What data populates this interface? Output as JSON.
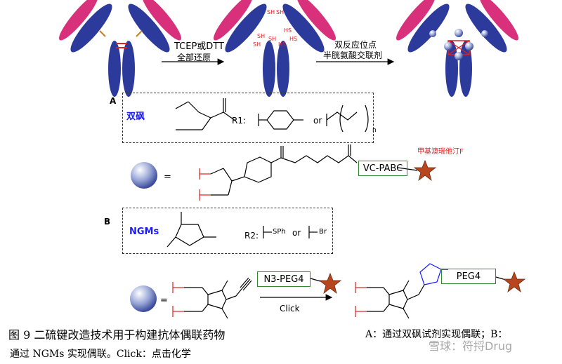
{
  "top_row": {
    "step1_reagent": "TCEP或DTT",
    "step1_desc": "全部还原",
    "step2_line1": "双反应位点",
    "step2_line2": "半胱氨酸交联剂",
    "sh_labels": [
      "SH",
      "SH",
      "SH",
      "SH",
      "SH",
      "HS",
      "HS",
      "HS"
    ]
  },
  "section_a": {
    "letter": "A",
    "reagent_name": "双砜",
    "r1_label": "R1:",
    "or_text": "or",
    "n_subscript": "n",
    "payload_label": "甲基澳瑞他汀F",
    "linker_label": "VC-PABC",
    "equals": "="
  },
  "section_b": {
    "letter": "B",
    "reagent_name": "NGMs",
    "r2_label": "R2:",
    "sph_label": "SPh",
    "or_text": "or",
    "br_label": "Br",
    "peg_reagent": "N3-PEG4",
    "peg_product": "PEG4",
    "click_label": "Click",
    "equals": "="
  },
  "caption": {
    "line1_left": "图 9  二硫键改造技术用于构建抗体偶联药物",
    "line1_right": "A：通过双砜试剂实现偶联；B：",
    "line2": "通过 NGMs 实现偶联。Click：点击化学"
  },
  "watermark": "雪球：符捋Drug",
  "colors": {
    "heavy_chain": "#2b3a9b",
    "light_chain": "#d8307a",
    "disulfide_red": "#e02020",
    "chem_blue": "#1a1aff",
    "green_box": "#2e8b2e",
    "star": "#b8451e"
  }
}
